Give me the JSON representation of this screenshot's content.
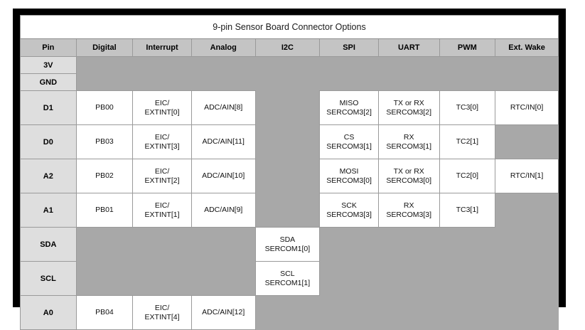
{
  "table": {
    "title": "9-pin Sensor Board Connector Options",
    "columns": [
      "Pin",
      "Digital",
      "Interrupt",
      "Analog",
      "I2C",
      "SPI",
      "UART",
      "PWM",
      "Ext. Wake"
    ],
    "rows": [
      {
        "pin": "3V",
        "digital": "",
        "interrupt": "",
        "analog": "",
        "i2c": "",
        "spi": "",
        "uart": "",
        "pwm": "",
        "ext_wake": ""
      },
      {
        "pin": "GND",
        "digital": "",
        "interrupt": "",
        "analog": "",
        "i2c": "",
        "spi": "",
        "uart": "",
        "pwm": "",
        "ext_wake": ""
      },
      {
        "pin": "D1",
        "digital": "PB00",
        "interrupt": "EIC/\nEXTINT[0]",
        "analog": "ADC/AIN[8]",
        "i2c": "",
        "spi": "MISO\nSERCOM3[2]",
        "uart": "TX or RX\nSERCOM3[2]",
        "pwm": "TC3[0]",
        "ext_wake": "RTC/IN[0]"
      },
      {
        "pin": "D0",
        "digital": "PB03",
        "interrupt": "EIC/\nEXTINT[3]",
        "analog": "ADC/AIN[11]",
        "i2c": "",
        "spi": "CS\nSERCOM3[1]",
        "uart": "RX\nSERCOM3[1]",
        "pwm": "TC2[1]",
        "ext_wake": ""
      },
      {
        "pin": "A2",
        "digital": "PB02",
        "interrupt": "EIC/\nEXTINT[2]",
        "analog": "ADC/AIN[10]",
        "i2c": "",
        "spi": "MOSI\nSERCOM3[0]",
        "uart": "TX or RX\nSERCOM3[0]",
        "pwm": "TC2[0]",
        "ext_wake": "RTC/IN[1]"
      },
      {
        "pin": "A1",
        "digital": "PB01",
        "interrupt": "EIC/\nEXTINT[1]",
        "analog": "ADC/AIN[9]",
        "i2c": "",
        "spi": "SCK\nSERCOM3[3]",
        "uart": "RX\nSERCOM3[3]",
        "pwm": "TC3[1]",
        "ext_wake": ""
      },
      {
        "pin": "SDA",
        "digital": "",
        "interrupt": "",
        "analog": "",
        "i2c": "SDA\nSERCOM1[0]",
        "spi": "",
        "uart": "",
        "pwm": "",
        "ext_wake": ""
      },
      {
        "pin": "SCL",
        "digital": "",
        "interrupt": "",
        "analog": "",
        "i2c": "SCL\nSERCOM1[1]",
        "spi": "",
        "uart": "",
        "pwm": "",
        "ext_wake": ""
      },
      {
        "pin": "A0",
        "digital": "PB04",
        "interrupt": "EIC/\nEXTINT[4]",
        "analog": "ADC/AIN[12]",
        "i2c": "",
        "spi": "",
        "uart": "",
        "pwm": "",
        "ext_wake": ""
      }
    ]
  },
  "colors": {
    "frame": "#000000",
    "page_background": "#ffffff",
    "header_fill": "#c4c4c4",
    "pin_fill": "#dedede",
    "empty_fill": "#a8a8a8",
    "cell_fill": "#ffffff",
    "grid_line": "#9a9a9a"
  }
}
